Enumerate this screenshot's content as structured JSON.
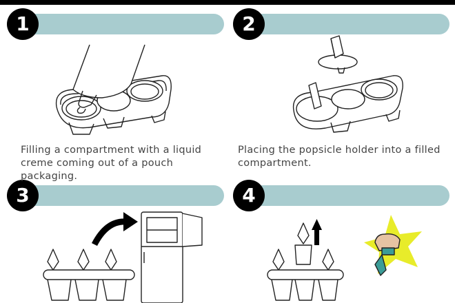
{
  "steps": [
    {
      "number": "1",
      "caption": "Filling a compartment with a liquid\ncreme coming out of a pouch packaging."
    },
    {
      "number": "2",
      "caption": "Placing the popsicle holder into a filled\ncompartment."
    },
    {
      "number": "3",
      "caption": ""
    },
    {
      "number": "4",
      "caption": ""
    }
  ],
  "colors": {
    "header_bar": "#a8cccf",
    "badge": "#000000",
    "star": "#e8ec2a",
    "pouch_tip": "#e6c3a3",
    "spout": "#3b9c97"
  },
  "icons": [
    "popsicle-mold-icon",
    "pouch-icon",
    "popsicle-holder-icon",
    "refrigerator-icon",
    "curved-arrow-icon",
    "up-arrow-icon",
    "star-icon"
  ]
}
